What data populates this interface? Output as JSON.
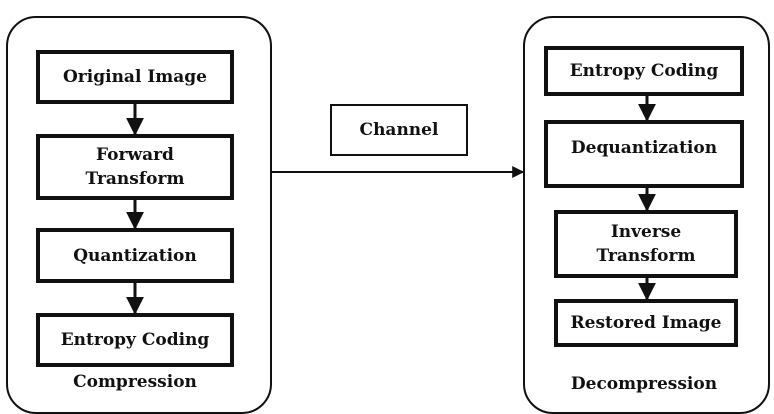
{
  "compression": {
    "caption": "Compression",
    "steps": {
      "original_image": "Original Image",
      "forward_transform": "Forward\nTransform",
      "quantization": "Quantization",
      "entropy_coding": "Entropy Coding"
    }
  },
  "channel": {
    "label": "Channel"
  },
  "decompression": {
    "caption": "Decompression",
    "steps": {
      "entropy_coding": "Entropy Coding",
      "dequantization": "Dequantization",
      "inverse_transform": "Inverse\nTransform",
      "restored_image": "Restored Image"
    }
  },
  "colors": {
    "stroke": "#111111",
    "background": "#ffffff"
  }
}
